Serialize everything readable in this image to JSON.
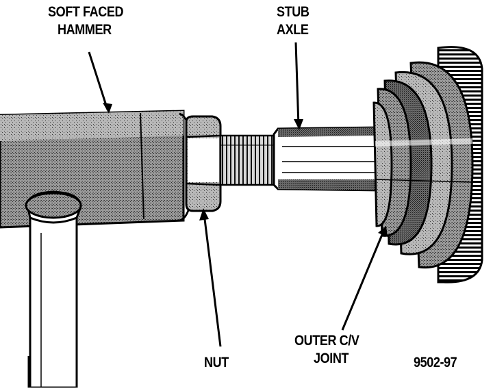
{
  "figure_id": "9502-97",
  "labels": {
    "hammer": {
      "line1": "SOFT FACED",
      "line2": "HAMMER"
    },
    "stub_axle": {
      "line1": "STUB",
      "line2": "AXLE"
    },
    "nut": "NUT",
    "cv_joint": {
      "line1": "OUTER C/V",
      "line2": "JOINT"
    }
  },
  "colors": {
    "ink": "#000000",
    "paper": "#ffffff",
    "shade": "#8a8a8a",
    "shade_dark": "#555555"
  }
}
